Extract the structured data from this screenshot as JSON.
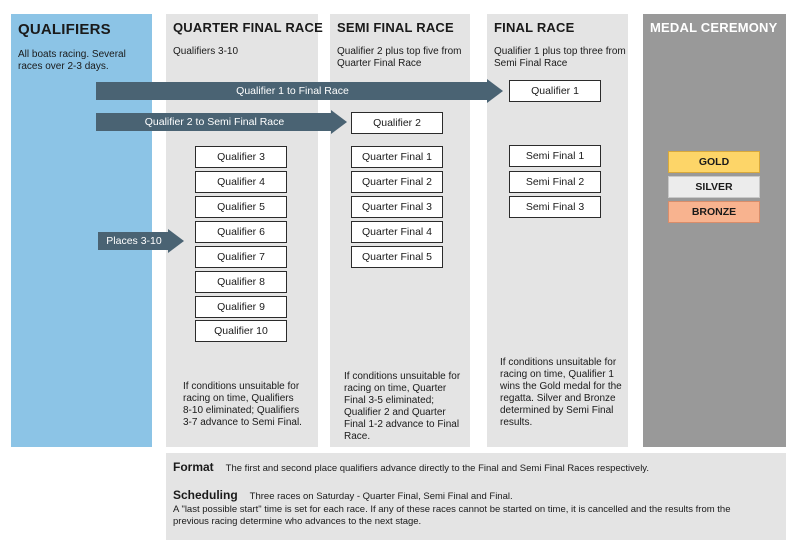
{
  "columns": {
    "qualifiers": {
      "title": "QUALIFIERS",
      "subtitle": "All boats racing. Several races over 2-3 days."
    },
    "quarter_final": {
      "title": "QUARTER FINAL RACE",
      "subtitle": "Qualifiers 3-10",
      "boxes": [
        "Qualifier 3",
        "Qualifier 4",
        "Qualifier 5",
        "Qualifier 6",
        "Qualifier 7",
        "Qualifier 8",
        "Qualifier 9",
        "Qualifier 10"
      ],
      "note": "If conditions unsuitable for racing on time, Qualifiers 8-10 eliminated; Qualifiers 3-7 advance to Semi Final."
    },
    "semi_final": {
      "title": "SEMI FINAL RACE",
      "subtitle": "Qualifier 2 plus top five from Quarter Final Race",
      "top_box": "Qualifier 2",
      "boxes": [
        "Quarter Final 1",
        "Quarter Final 2",
        "Quarter Final 3",
        "Quarter Final 4",
        "Quarter Final 5"
      ],
      "note": "If conditions unsuitable for racing on time, Quarter Final 3-5 eliminated; Qualifier 2 and Quarter Final 1-2 advance to Final Race."
    },
    "final": {
      "title": "FINAL RACE",
      "subtitle": "Qualifier 1 plus top three from Semi Final Race",
      "top_box": "Qualifier 1",
      "boxes": [
        "Semi Final 1",
        "Semi Final 2",
        "Semi Final 3"
      ],
      "note": "If conditions unsuitable for racing on time, Qualifier 1 wins the Gold medal for the regatta. Silver and Bronze determined by Semi Final results."
    },
    "medal": {
      "title": "MEDAL CEREMONY",
      "medals": [
        "GOLD",
        "SILVER",
        "BRONZE"
      ]
    }
  },
  "arrows": {
    "to_final": "Qualifier 1 to Final Race",
    "to_semi": "Qualifier 2 to Semi Final Race",
    "places": "Places 3-10"
  },
  "colors": {
    "qualifiers_bg": "#8cc4e6",
    "stage_bg": "#e4e4e4",
    "medal_bg": "#999999",
    "arrow": "#4a6373",
    "gold": "#fdd568",
    "silver": "#ececec",
    "bronze": "#f8b38f"
  },
  "bottom": {
    "format_label": "Format",
    "format_text": "The first and second place qualifiers advance directly to the Final and Semi Final Races respectively.",
    "scheduling_label": "Scheduling",
    "scheduling_text": "Three races on Saturday - Quarter Final, Semi Final and Final.",
    "scheduling_line2": "A \"last possible start\" time is set for each race. If any of these races cannot be started on time, it is cancelled and the results from the",
    "scheduling_line3": "previous racing determine who advances to the next stage."
  }
}
